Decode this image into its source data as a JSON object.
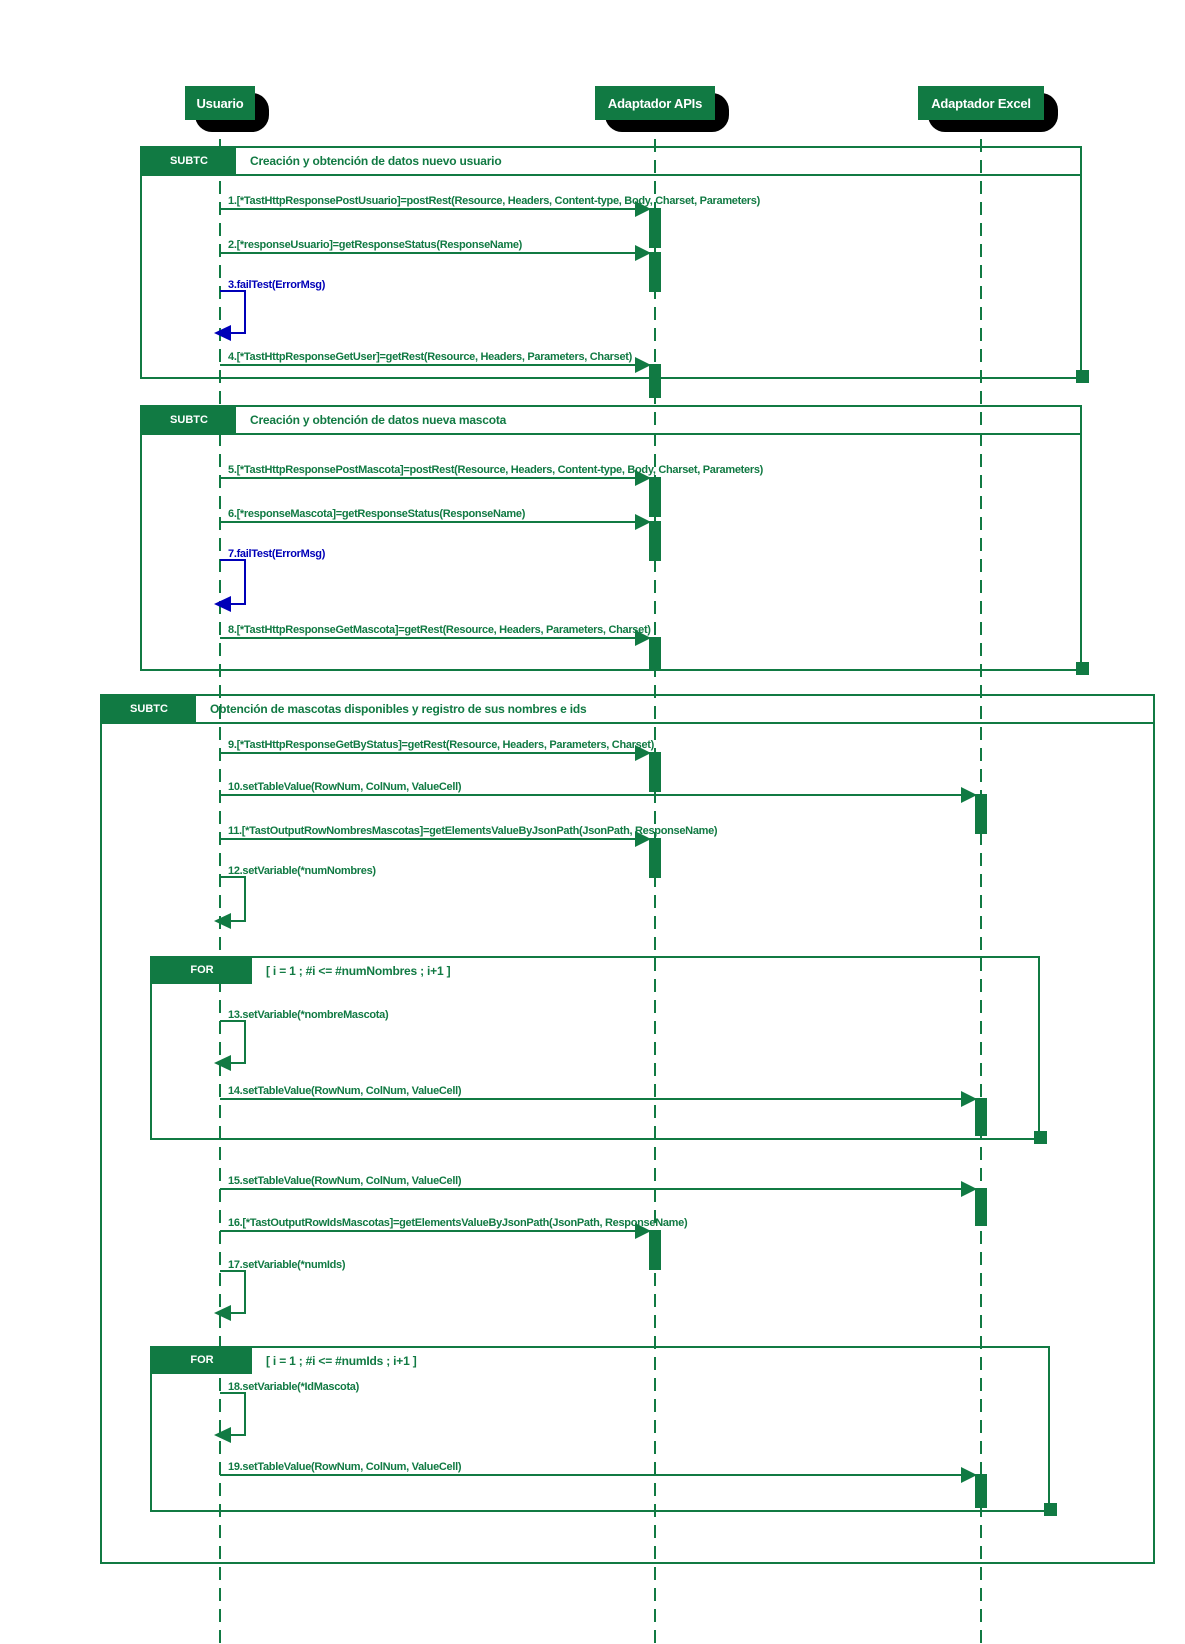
{
  "diagram": {
    "type": "uml-sequence",
    "participants": [
      {
        "name": "Usuario"
      },
      {
        "name": "Adaptador APIs"
      },
      {
        "name": "Adaptador Excel"
      }
    ],
    "frames": [
      {
        "label": "SUBTC",
        "title": "Creación y obtención de datos nuevo usuario"
      },
      {
        "label": "SUBTC",
        "title": "Creación y obtención de datos nueva mascota"
      },
      {
        "label": "SUBTC",
        "title": "Obtención de mascotas disponibles y registro de sus nombres e ids"
      }
    ],
    "loops": [
      {
        "label": "FOR",
        "guard": "[ i = 1 ; #i <= #numNombres ; i+1 ]"
      },
      {
        "label": "FOR",
        "guard": "[ i = 1 ; #i <= #numIds ; i+1 ]"
      }
    ],
    "messages": [
      {
        "n": 1,
        "text": "1.[*TastHttpResponsePostUsuario]=postRest(Resource, Headers, Content-type, Body, Charset, Parameters)",
        "from": "Usuario",
        "to": "Adaptador APIs",
        "kind": "call",
        "color": "green"
      },
      {
        "n": 2,
        "text": "2.[*responseUsuario]=getResponseStatus(ResponseName)",
        "from": "Usuario",
        "to": "Adaptador APIs",
        "kind": "call",
        "color": "green"
      },
      {
        "n": 3,
        "text": "3.failTest(ErrorMsg)",
        "from": "Usuario",
        "to": "Usuario",
        "kind": "self",
        "color": "blue"
      },
      {
        "n": 4,
        "text": "4.[*TastHttpResponseGetUser]=getRest(Resource, Headers, Parameters, Charset)",
        "from": "Usuario",
        "to": "Adaptador APIs",
        "kind": "call",
        "color": "green"
      },
      {
        "n": 5,
        "text": "5.[*TastHttpResponsePostMascota]=postRest(Resource, Headers, Content-type, Body, Charset, Parameters)",
        "from": "Usuario",
        "to": "Adaptador APIs",
        "kind": "call",
        "color": "green"
      },
      {
        "n": 6,
        "text": "6.[*responseMascota]=getResponseStatus(ResponseName)",
        "from": "Usuario",
        "to": "Adaptador APIs",
        "kind": "call",
        "color": "green"
      },
      {
        "n": 7,
        "text": "7.failTest(ErrorMsg)",
        "from": "Usuario",
        "to": "Usuario",
        "kind": "self",
        "color": "blue"
      },
      {
        "n": 8,
        "text": "8.[*TastHttpResponseGetMascota]=getRest(Resource, Headers, Parameters, Charset)",
        "from": "Usuario",
        "to": "Adaptador APIs",
        "kind": "call",
        "color": "green"
      },
      {
        "n": 9,
        "text": "9.[*TastHttpResponseGetByStatus]=getRest(Resource, Headers, Parameters, Charset)",
        "from": "Usuario",
        "to": "Adaptador APIs",
        "kind": "call",
        "color": "green"
      },
      {
        "n": 10,
        "text": "10.setTableValue(RowNum, ColNum, ValueCell)",
        "from": "Usuario",
        "to": "Adaptador Excel",
        "kind": "call",
        "color": "green"
      },
      {
        "n": 11,
        "text": "11.[*TastOutputRowNombresMascotas]=getElementsValueByJsonPath(JsonPath, ResponseName)",
        "from": "Usuario",
        "to": "Adaptador APIs",
        "kind": "call",
        "color": "green"
      },
      {
        "n": 12,
        "text": "12.setVariable(*numNombres)",
        "from": "Usuario",
        "to": "Usuario",
        "kind": "self",
        "color": "green"
      },
      {
        "n": 13,
        "text": "13.setVariable(*nombreMascota)",
        "from": "Usuario",
        "to": "Usuario",
        "kind": "self",
        "color": "green"
      },
      {
        "n": 14,
        "text": "14.setTableValue(RowNum, ColNum, ValueCell)",
        "from": "Usuario",
        "to": "Adaptador Excel",
        "kind": "call",
        "color": "green"
      },
      {
        "n": 15,
        "text": "15.setTableValue(RowNum, ColNum, ValueCell)",
        "from": "Usuario",
        "to": "Adaptador Excel",
        "kind": "call",
        "color": "green"
      },
      {
        "n": 16,
        "text": "16.[*TastOutputRowIdsMascotas]=getElementsValueByJsonPath(JsonPath, ResponseName)",
        "from": "Usuario",
        "to": "Adaptador APIs",
        "kind": "call",
        "color": "green"
      },
      {
        "n": 17,
        "text": "17.setVariable(*numIds)",
        "from": "Usuario",
        "to": "Usuario",
        "kind": "self",
        "color": "green"
      },
      {
        "n": 18,
        "text": "18.setVariable(*IdMascota)",
        "from": "Usuario",
        "to": "Usuario",
        "kind": "self",
        "color": "green"
      },
      {
        "n": 19,
        "text": "19.setTableValue(RowNum, ColNum, ValueCell)",
        "from": "Usuario",
        "to": "Adaptador Excel",
        "kind": "call",
        "color": "green"
      }
    ],
    "colors": {
      "green": "#117a43",
      "blue": "#0000b8",
      "shadow": "#000000",
      "background": "#ffffff"
    }
  }
}
